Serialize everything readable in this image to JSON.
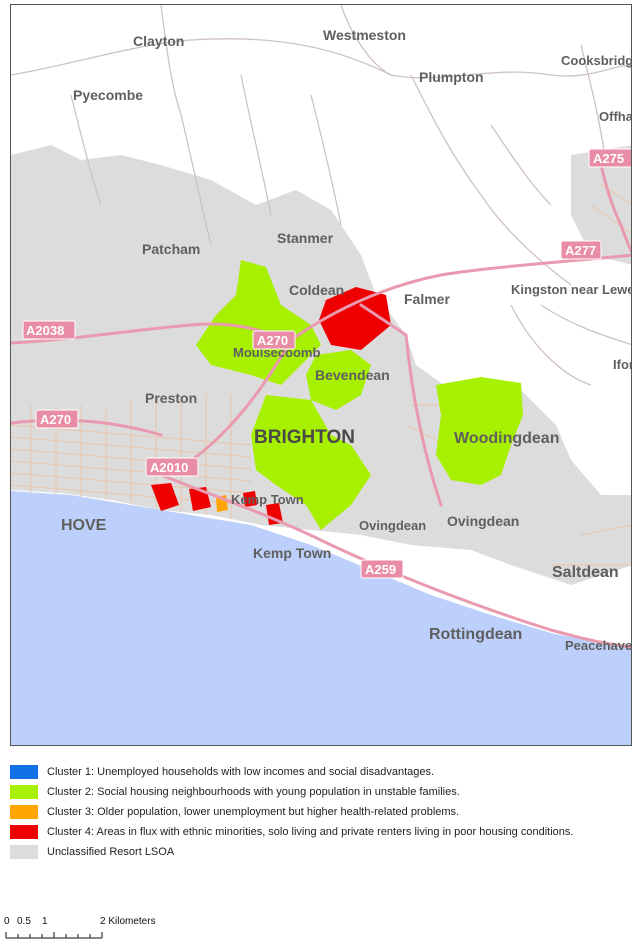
{
  "map": {
    "colors": {
      "sea": "#bdd0fb",
      "unclassified": "#dcdcdc",
      "cluster1": "#1170e8",
      "cluster2": "#a7f000",
      "cluster3": "#ffa500",
      "cluster4": "#ee0000",
      "road": "#cfc2c2",
      "major_road": "#e99aae"
    },
    "places": {
      "clayton": "Clayton",
      "westmeston": "Westmeston",
      "cooksbridge": "Cooksbridg",
      "plumpton": "Plumpton",
      "pyecombe": "Pyecombe",
      "offham": "Offha",
      "patcham": "Patcham",
      "stanmer": "Stanmer",
      "coldean": "Coldean",
      "falmer": "Falmer",
      "kingston": "Kingston near Lewe",
      "moulsecoomb": "Moulsecoomb",
      "bevendean": "Bevendean",
      "iford": "Ifor",
      "preston": "Preston",
      "brighton": "BRIGHTON",
      "woodingdean": "Woodingdean",
      "hove": "HOVE",
      "kemp_town_inner": "Kemp Town",
      "kemp_town": "Kemp Town",
      "ovingdean1": "Ovingdean",
      "ovingdean2": "Ovingdean",
      "saltdean": "Saltdean",
      "rottingdean": "Rottingdean",
      "peacehaven": "Peacehave"
    },
    "roads": {
      "a275": "A275",
      "a277": "A277",
      "a2038": "A2038",
      "a270_north": "A270",
      "a270_west": "A270",
      "a2010": "A2010",
      "a259": "A259"
    }
  },
  "legend": [
    {
      "color": "#1170e8",
      "label": "Cluster 1: Unemployed households with low incomes and social disadvantages."
    },
    {
      "color": "#a7f000",
      "label": "Cluster 2: Social housing neighbourhoods with young population in unstable families."
    },
    {
      "color": "#ffa500",
      "label": "Cluster 3: Older population, lower unemployment but higher health-related problems."
    },
    {
      "color": "#ee0000",
      "label": "Cluster 4: Areas in flux with ethnic minorities, solo living and private renters living in poor housing conditions."
    },
    {
      "color": "#dcdcdc",
      "label": "Unclassified Resort LSOA"
    }
  ],
  "scale": {
    "ticks": [
      "0",
      "0.5",
      "1",
      "2 Kilometers"
    ]
  }
}
